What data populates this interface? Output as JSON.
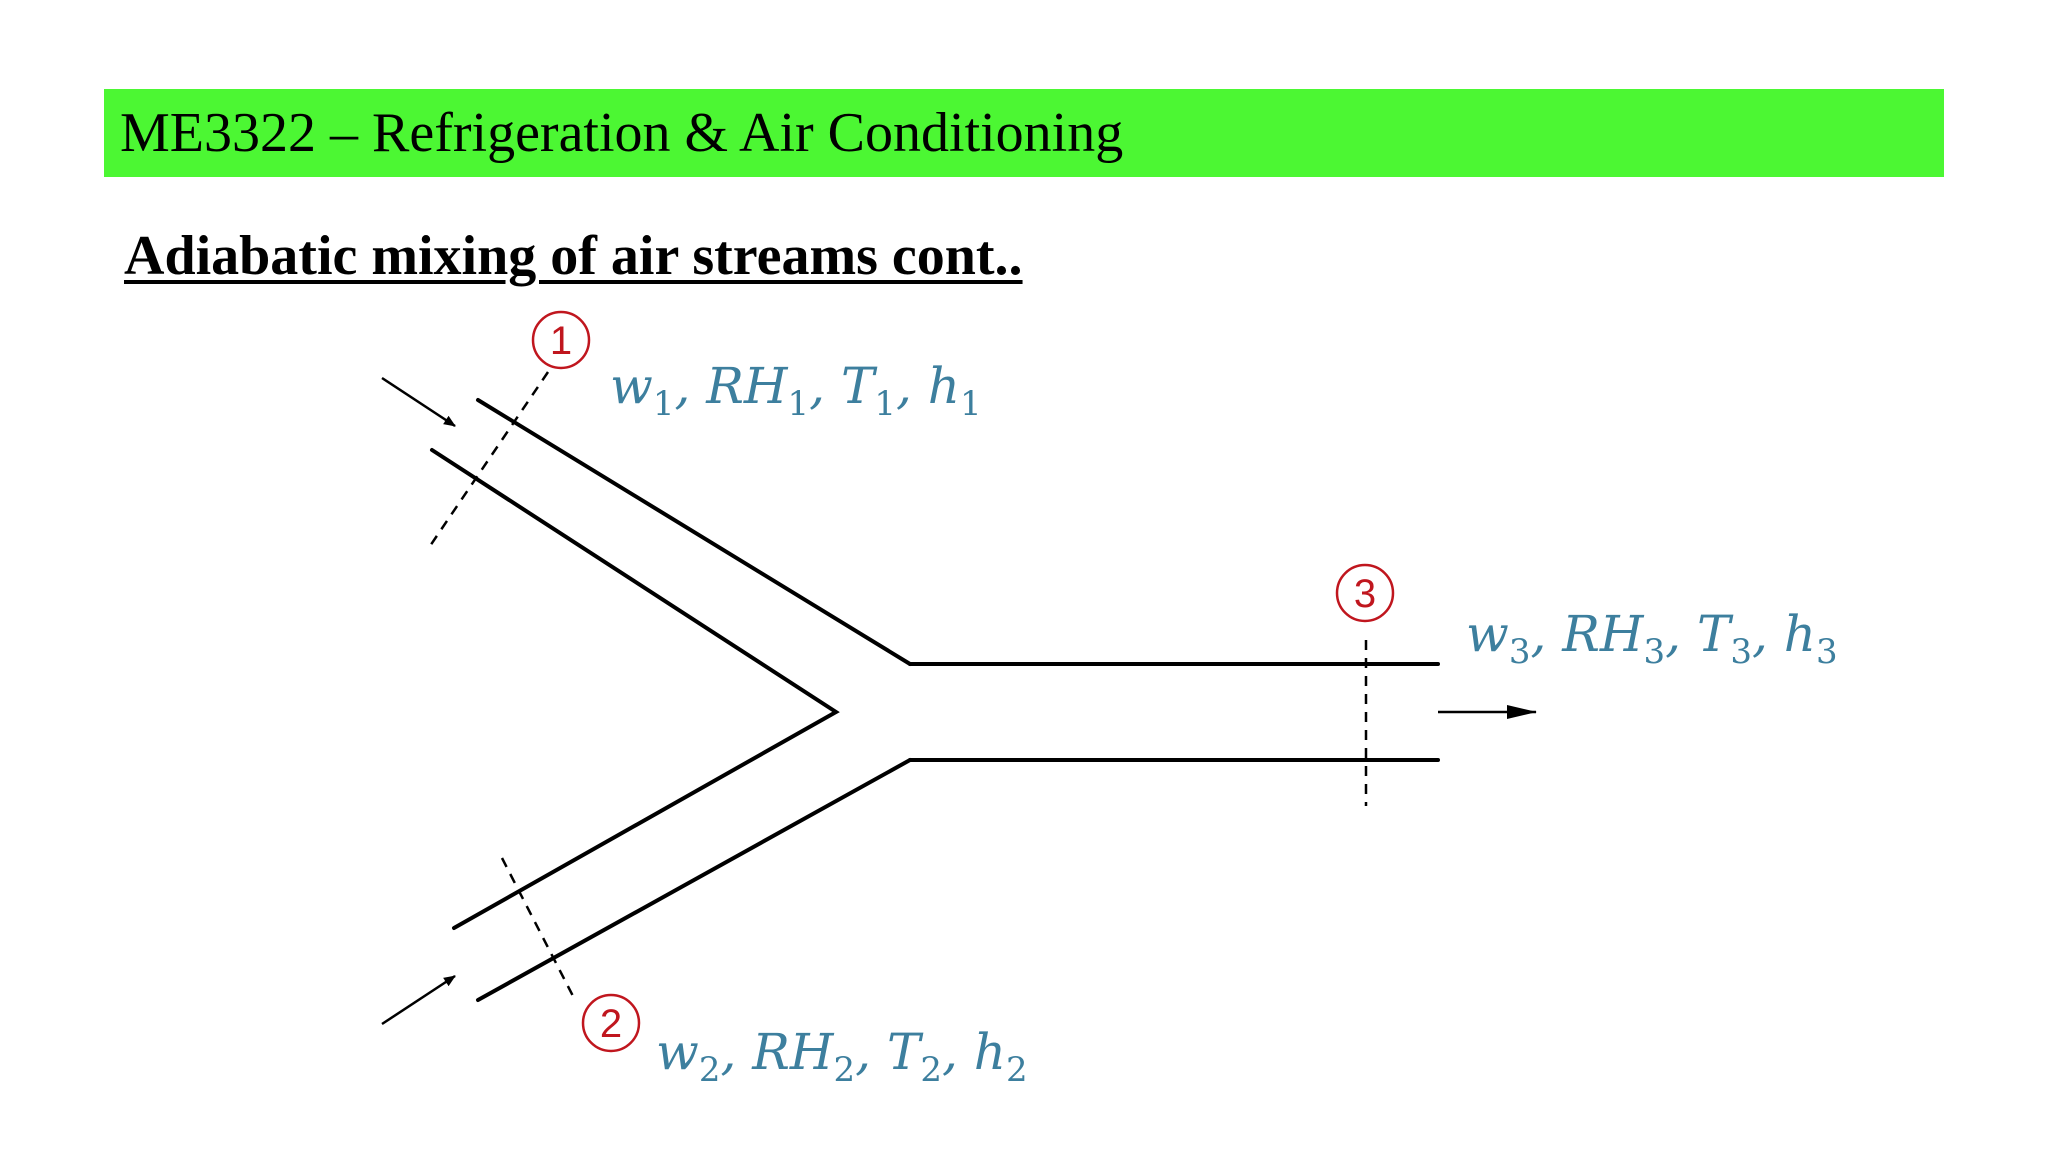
{
  "header": {
    "course_title": "ME3322 – Refrigeration & Air Conditioning",
    "banner_color": "#4cf733"
  },
  "slide": {
    "heading": "Adiabatic mixing of air streams cont.."
  },
  "diagram": {
    "label_color": "#3d7f9e",
    "station_color": "#c0161e",
    "stations": [
      {
        "number": "1",
        "w": "w",
        "w_sub": "1",
        "rh": "RH",
        "rh_sub": "1",
        "t": "T",
        "t_sub": "1",
        "h": "h",
        "h_sub": "1",
        "sep": ","
      },
      {
        "number": "2",
        "w": "w",
        "w_sub": "2",
        "rh": "RH",
        "rh_sub": "2",
        "t": "T",
        "t_sub": "2",
        "h": "h",
        "h_sub": "2",
        "sep": ","
      },
      {
        "number": "3",
        "w": "w",
        "w_sub": "3",
        "rh": "RH",
        "rh_sub": "3",
        "t": "T",
        "t_sub": "3",
        "h": "h",
        "h_sub": "3",
        "sep": ","
      }
    ]
  }
}
